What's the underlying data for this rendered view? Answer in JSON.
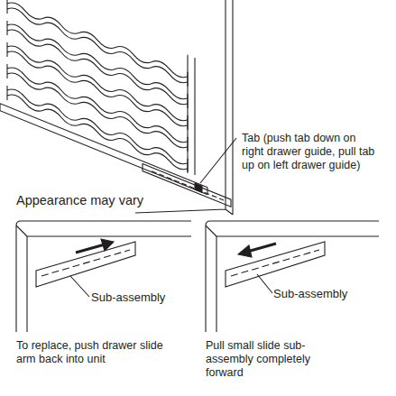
{
  "diagram": {
    "labels": [
      "Tab (push tab down on right drawer guide, pull tab up on left drawer guide)",
      "Appearance may vary",
      "Sub-assembly",
      "Sub-assembly",
      "To replace, push drawer slide arm back into unit",
      "Pull small slide sub-assembly completely forward"
    ]
  }
}
